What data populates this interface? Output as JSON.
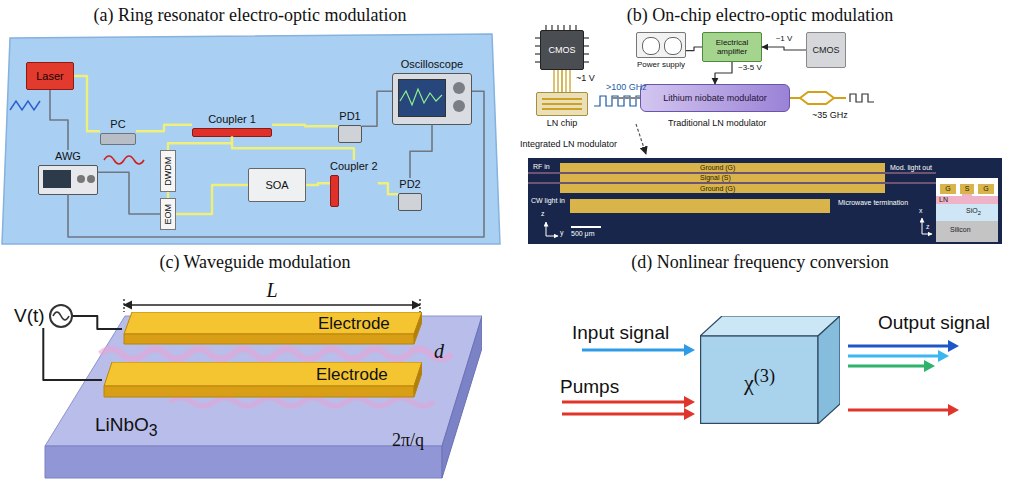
{
  "diagram": {
    "nodes": [
      {
        "text": [
          "Laser"
        ]
      },
      {
        "text": [
          "PC"
        ]
      },
      {
        "text": [
          "Coupler 1"
        ]
      },
      {
        "text": [
          "PD1"
        ]
      },
      {
        "text": [
          "Oscilloscope"
        ]
      },
      {
        "text": [
          "AWG"
        ]
      },
      {
        "text": [
          "DWDM"
        ]
      },
      {
        "text": [
          "EOM"
        ]
      },
      {
        "text": [
          "SOA"
        ]
      },
      {
        "text": [
          "Coupler 2"
        ]
      },
      {
        "text": [
          "PD2"
        ]
      },
      {
        "text": [
          "CMOS"
        ]
      },
      {
        "text": [
          "LN chip"
        ]
      },
      {
        "text": [
          "Power supply"
        ]
      },
      {
        "text": [
          "Electrical amplifier"
        ]
      },
      {
        "text": [
          "CMOS"
        ]
      },
      {
        "text": [
          "Lithium niobate modulator"
        ]
      },
      {
        "text": [
          "V(t)"
        ]
      },
      {
        "text": [
          "LiNbO3"
        ]
      },
      {
        "text": [
          "Electrode"
        ],
        "in": 18
      },
      {
        "text": [
          "Electrode"
        ],
        "in": 18
      },
      {
        "text": [
          "χ(3)"
        ]
      }
    ],
    "edges": [
      {
        "from": 0,
        "to": 1,
        "arrow": "none"
      },
      {
        "from": 1,
        "to": 2,
        "arrow": "none"
      },
      {
        "from": 2,
        "to": 3,
        "arrow": "none"
      },
      {
        "from": 3,
        "to": 4,
        "arrow": "none"
      },
      {
        "from": 2,
        "to": 6,
        "arrow": "none"
      },
      {
        "from": 6,
        "to": 7,
        "arrow": "none"
      },
      {
        "from": 7,
        "to": 8,
        "arrow": "none"
      },
      {
        "from": 8,
        "to": 9,
        "arrow": "none"
      },
      {
        "from": 9,
        "to": 2,
        "arrow": "none"
      },
      {
        "from": 9,
        "to": 10,
        "arrow": "none"
      },
      {
        "from": 10,
        "to": 4,
        "arrow": "none"
      },
      {
        "from": 5,
        "to": 0,
        "arrow": "none"
      },
      {
        "from": 5,
        "to": 7,
        "arrow": "none"
      },
      {
        "from": 5,
        "to": 4,
        "arrow": "none"
      },
      {
        "from": 11,
        "to": 12,
        "arrow": "none"
      },
      {
        "from": 13,
        "to": 14,
        "arrow": "none"
      },
      {
        "from": 15,
        "to": 14,
        "label": "~1 V",
        "arrow": "to"
      },
      {
        "from": 14,
        "to": 16,
        "label": "~3-5 V",
        "arrow": "to"
      },
      {
        "from": 17,
        "to": 19,
        "arrow": "none"
      },
      {
        "from": 17,
        "to": 20,
        "arrow": "none"
      }
    ],
    "labels": [
      "(a) Ring resonator electro-optic modulation",
      "(b) On-chip electro-optic modulation",
      "~1 V",
      ">100 GHz",
      "Integrated LN modulator",
      "Traditional LN modulator",
      "~35 GHz",
      "RF in",
      "Ground (G)",
      "Signal (S)",
      "Ground (G)",
      "CW light in",
      "500 μm",
      "z",
      "y",
      "Microwave termination",
      "Mod. light out",
      "x",
      "z",
      "G",
      "S",
      "G",
      "LN",
      "SiO2",
      "Silicon",
      "(c) Waveguide modulation",
      "(d) Nonlinear frequency conversion",
      "L",
      "d",
      "2π/q",
      "Input signal",
      "Pumps",
      "Output signal"
    ]
  }
}
